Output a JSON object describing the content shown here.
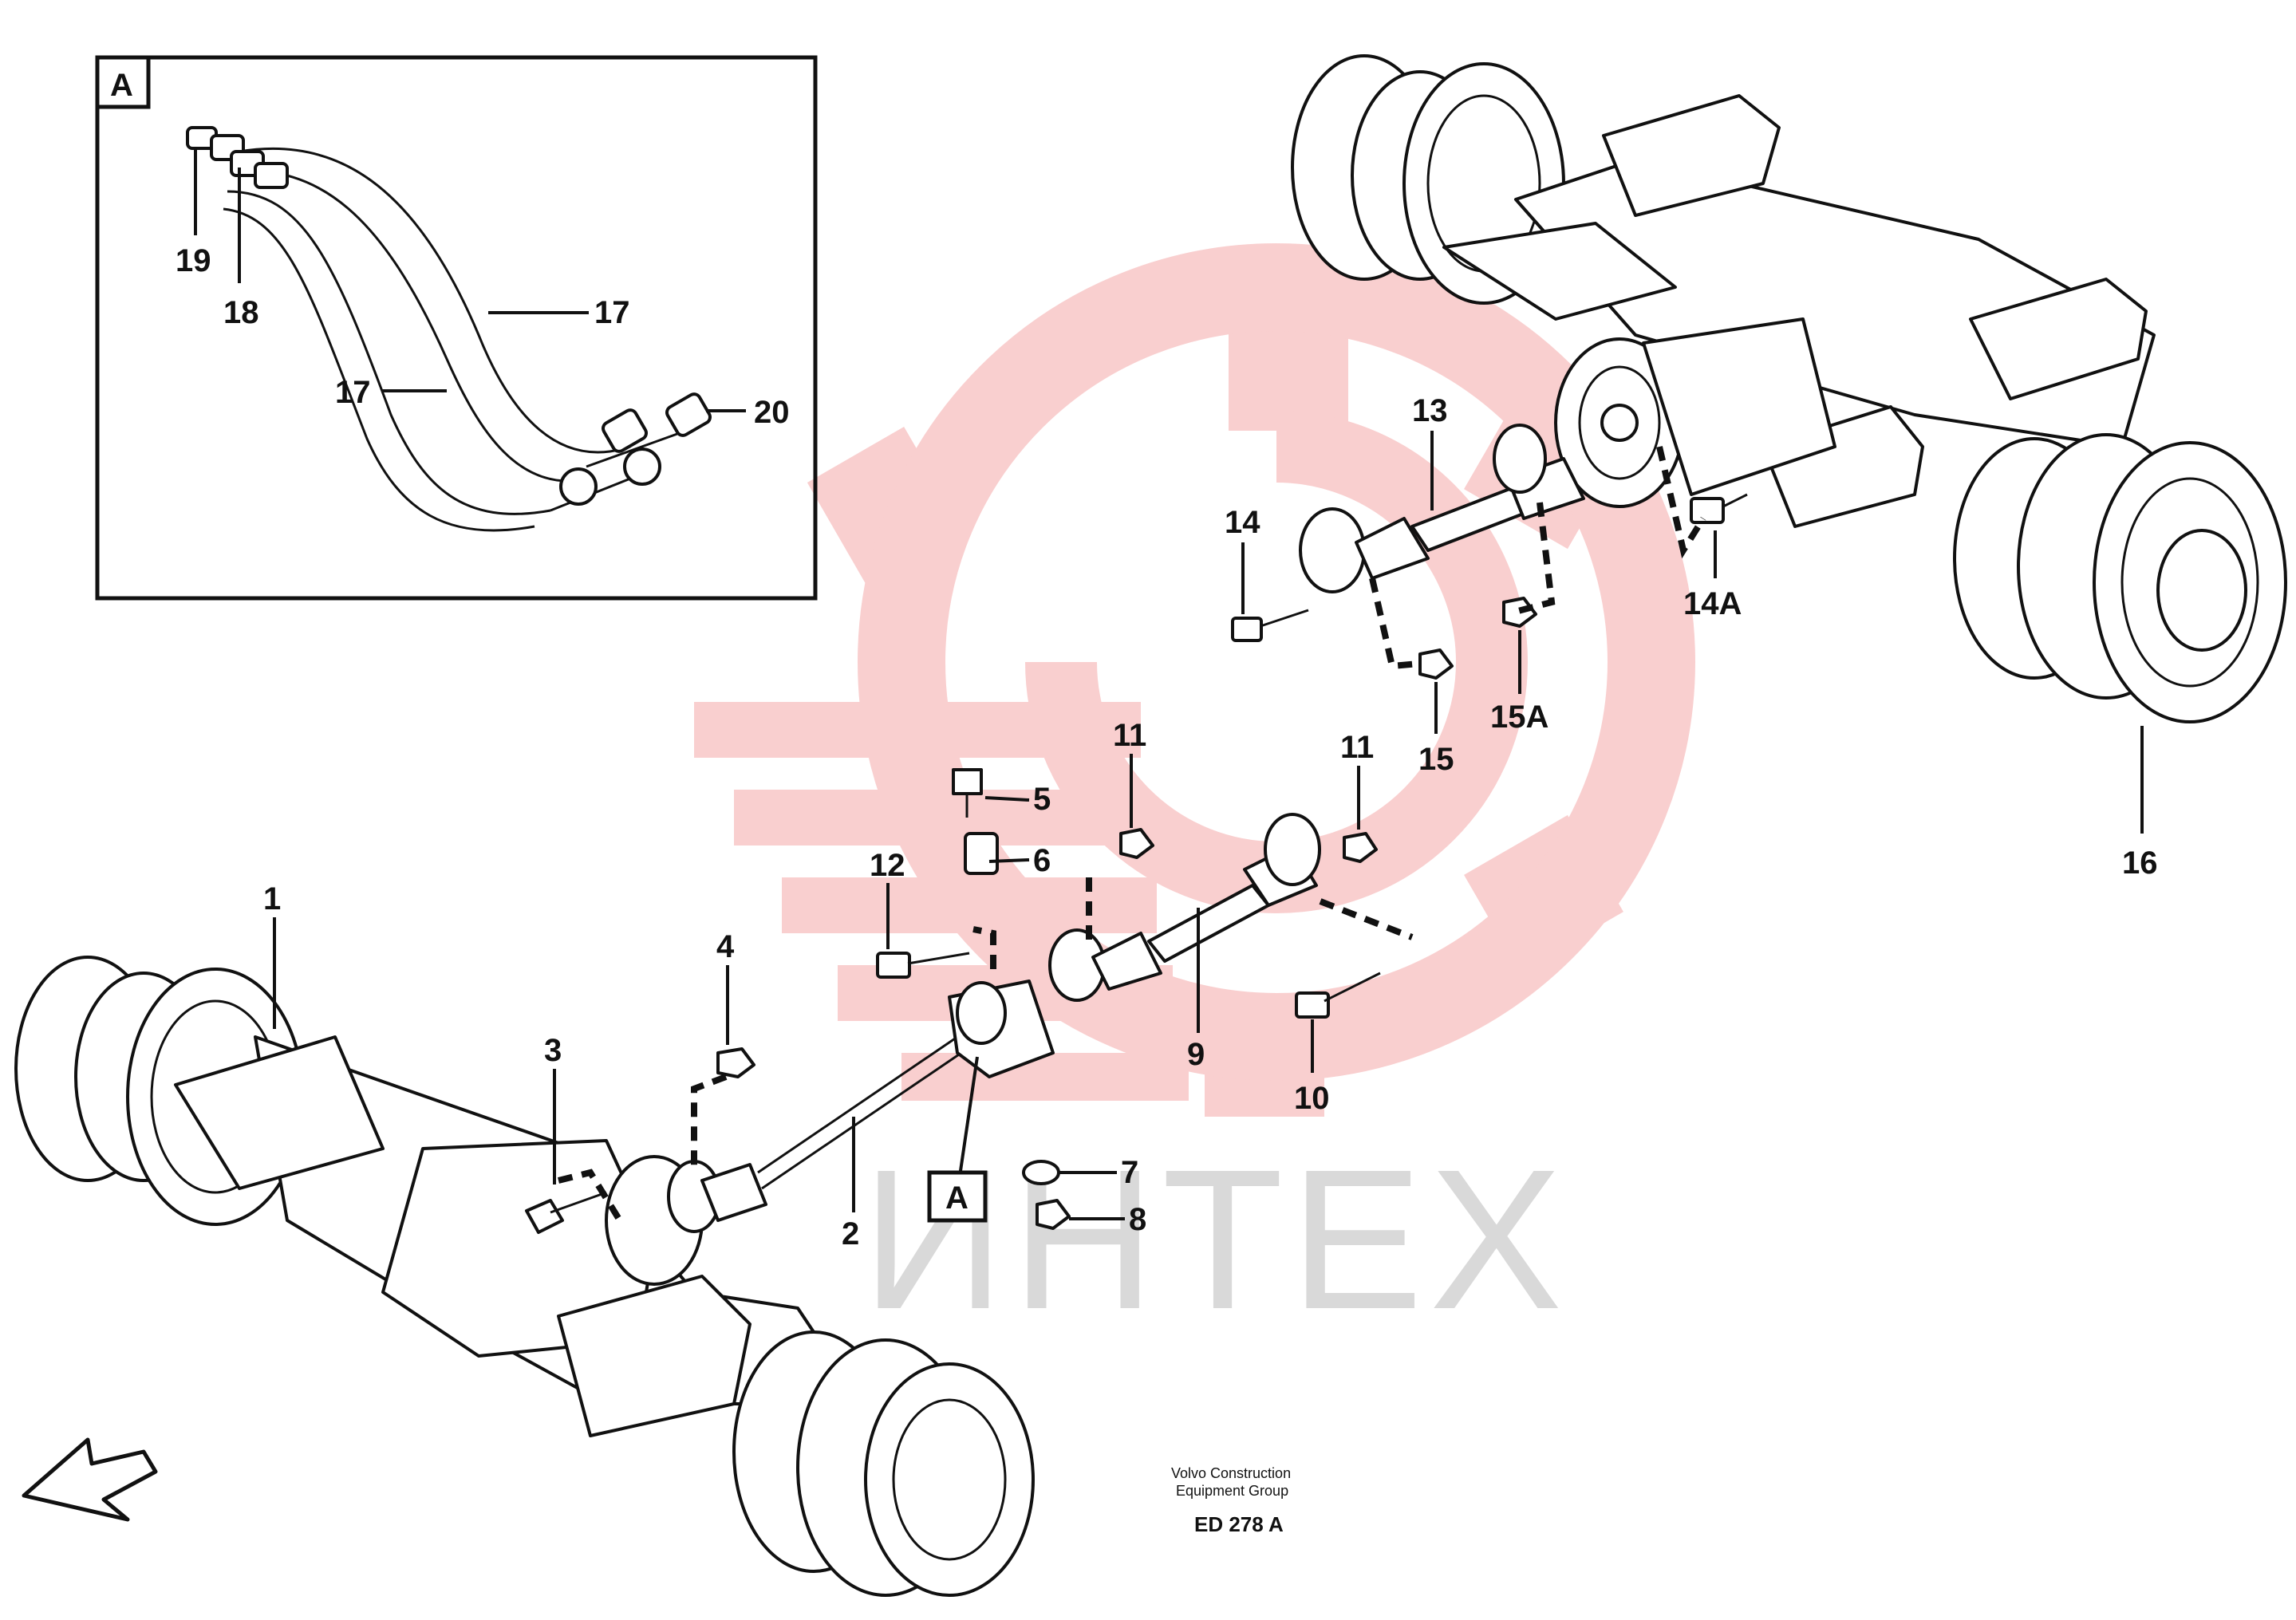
{
  "inset": {
    "tag": "A",
    "callouts": {
      "c19": "19",
      "c18": "18",
      "c17a": "17",
      "c17b": "17",
      "c20": "20"
    }
  },
  "callouts": {
    "c1": "1",
    "c2": "2",
    "c3": "3",
    "c4": "4",
    "c5": "5",
    "c6": "6",
    "c7": "7",
    "c8": "8",
    "c9": "9",
    "c10": "10",
    "c11a": "11",
    "c11b": "11",
    "c12": "12",
    "c13": "13",
    "c14": "14",
    "c14a": "14A",
    "c15": "15",
    "c15a": "15A",
    "c16": "16",
    "tagA": "A"
  },
  "watermark": {
    "text": "ИНТЕХ",
    "color": "#f2b8b8"
  },
  "caption": {
    "company_line1": "Volvo Construction",
    "company_line2": "Equipment Group",
    "code": "ED 278 A"
  },
  "icons": {
    "direction": "direction-arrow-icon",
    "gear": "gear-watermark-icon"
  }
}
